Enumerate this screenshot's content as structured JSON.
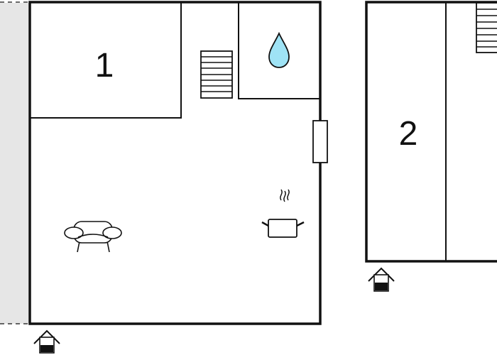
{
  "floor_plan": {
    "rooms": [
      {
        "label": "1",
        "type": "bedroom"
      },
      {
        "label": "2",
        "type": "bedroom"
      }
    ],
    "icons": [
      {
        "name": "stairs-icon"
      },
      {
        "name": "water-drop-icon",
        "meaning": "bathroom",
        "color": "#9fe3f5"
      },
      {
        "name": "sofa-icon",
        "meaning": "living room"
      },
      {
        "name": "cooking-pot-icon",
        "meaning": "kitchen"
      },
      {
        "name": "entrance-icon"
      }
    ],
    "colors": {
      "wall": "#111111",
      "terrace": "#e6e6e6",
      "background": "#ffffff"
    }
  }
}
